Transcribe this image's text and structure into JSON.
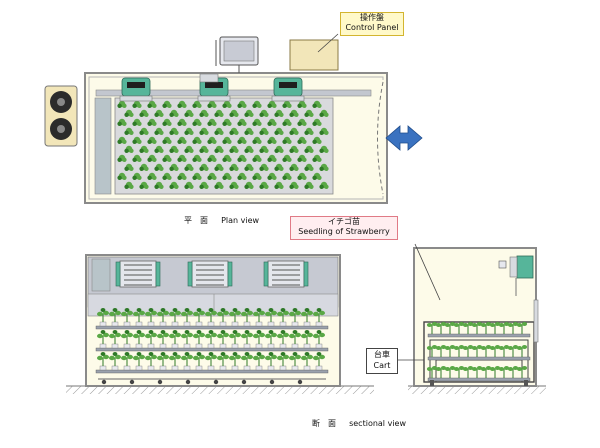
{
  "labels": {
    "control_panel_jp": "操作盤",
    "control_panel_en": "Control Panel",
    "plan_view_jp": "平　面",
    "plan_view_en": "Plan view",
    "seedling_jp": "イチゴ苗",
    "seedling_en": "Seedling of Strawberry",
    "cart_jp": "台車",
    "cart_en": "Cart",
    "section_view_jp": "断　面",
    "section_view_en": "sectional view"
  },
  "colors": {
    "room_fill": "#fdfbe9",
    "room_outline": "#8a8a8a",
    "tray_fill": "#c8cfd9",
    "plant": "#5aa846",
    "plant_dark": "#2f7a28",
    "ac_green": "#56b59a",
    "control_panel_fill": "#f2e6b9",
    "control_tag_fill": "#fff9c9",
    "control_tag_border": "#d3b52f",
    "seedling_tag_fill": "#ffeef0",
    "seedling_tag_border": "#e07a86",
    "door_arrow": "#3a72c0",
    "ceiling_fill": "#c6c9d2",
    "ground_hatch": "#999999"
  },
  "icons": [
    "fan-unit-icon",
    "air-conditioner-icon",
    "monitor-icon",
    "control-panel-box-icon",
    "double-arrow-icon",
    "wall-unit-ac-icon",
    "strawberry-seedling-icon",
    "lamp-icon"
  ]
}
